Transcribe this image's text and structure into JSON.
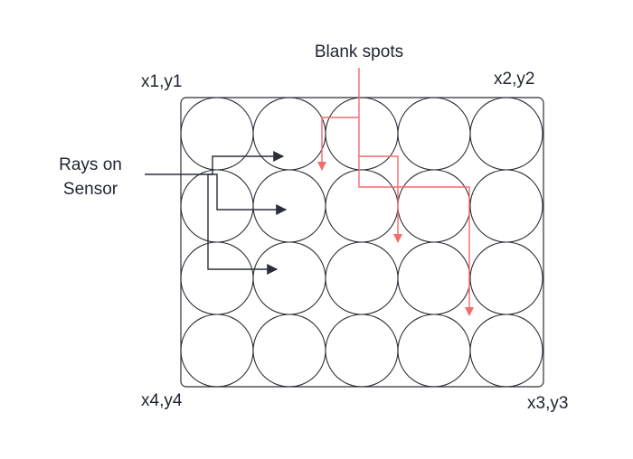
{
  "labels": {
    "blank_spots": "Blank spots",
    "rays_line1": "Rays on",
    "rays_line2": "Sensor",
    "corner_top_left": "x1,y1",
    "corner_top_right": "x2,y2",
    "corner_bottom_left": "x4,y4",
    "corner_bottom_right": "x3,y3"
  },
  "grid": {
    "rows": 4,
    "cols": 5
  },
  "colors": {
    "ray": "#2c2f3a",
    "blank_spot": "#f36b6b",
    "outline": "#2b2f38"
  }
}
